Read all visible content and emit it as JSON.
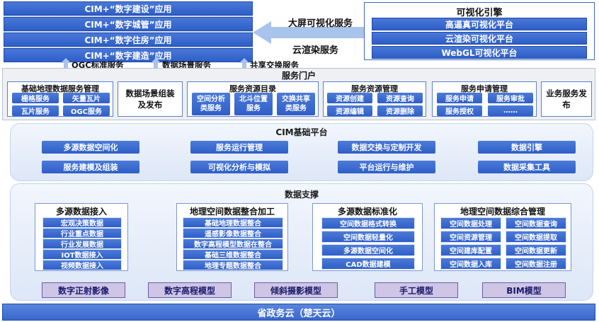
{
  "apps": [
    "CIM+“数字建设”应用",
    "CIM+“数字城管”应用",
    "CIM+“数字住房”应用",
    "CIM+“数字建造”应用"
  ],
  "viz_engine": {
    "title": "可视化引擎",
    "items": [
      "高逼真可视化平台",
      "云渲染可视化平台",
      "WebGL可视化平台"
    ]
  },
  "arrows": {
    "bigscreen": "大屏可视化服务",
    "cloud_render": "云渲染服务",
    "ogc": "OGC标准服务",
    "scene": "数据场景服务",
    "exchange": "共享交换服务"
  },
  "portal": {
    "title": "服务门户",
    "basic_geo": {
      "title": "基础地理数据服务管理",
      "items": [
        "栅格服务",
        "矢量瓦片",
        "瓦片服务",
        "OGC服务"
      ]
    },
    "scene_assembly": "数据场景组装及发布",
    "catalog": {
      "title": "服务资源目录",
      "items": [
        "空间分析类服务",
        "北斗位置服务",
        "交换共享类服务"
      ]
    },
    "resource_mgmt": {
      "title": "服务资源管理",
      "items": [
        "资源创建",
        "资源查询",
        "资源编辑",
        "资源删除"
      ]
    },
    "apply_mgmt": {
      "title": "服务申请管理",
      "items": [
        "服务申请",
        "服务审批",
        "服务授权",
        "……"
      ]
    },
    "business": "业务服务发布"
  },
  "cim_platform": {
    "title": "CIM基础平台",
    "items": [
      "多源数据空间化",
      "服务运行管理",
      "数据交换与定制开发",
      "数据引擎",
      "服务建模及组装",
      "可视化分析与模拟",
      "平台运行与维护",
      "数据采集工具"
    ]
  },
  "data_support": {
    "title": "数据支撑",
    "multi_access": {
      "title": "多源数据接入",
      "items": [
        "宏观决策数据",
        "行业重点数据",
        "行业发展数据",
        "IOT数据接入",
        "视频数据接入"
      ]
    },
    "geo_integration": {
      "title": "地理空间数据整合加工",
      "items": [
        "基础地理数据整合",
        "遥感影像数据整合",
        "数字高程模型数据在整合",
        "基础三维数据整合",
        "地理专题数据整合"
      ]
    },
    "standardize": {
      "title": "多源数据标准化",
      "items": [
        "空间数据格式转换",
        "空间数据轻量化",
        "多源数据空间化",
        "CAD数据建模"
      ]
    },
    "geo_mgmt": {
      "title": "地理空间数据综合管理",
      "items": [
        "空间数据处理",
        "空间数据查询",
        "空间资源管理",
        "空间数据提取",
        "空间建库配置",
        "空间数据更新",
        "空间数据入库",
        "空间数据注册"
      ]
    },
    "sources": [
      "数字正射影像",
      "数字高程模型",
      "倾斜摄影模型",
      "手工模型",
      "BIM模型"
    ]
  },
  "cloud": "省政务云（楚天云）",
  "colors": {
    "primary_blue": "#2e5ec8",
    "panel_bg": "#e6edf9",
    "source_purple": "#cfc6e6",
    "arrow": "#a9c4ec"
  }
}
